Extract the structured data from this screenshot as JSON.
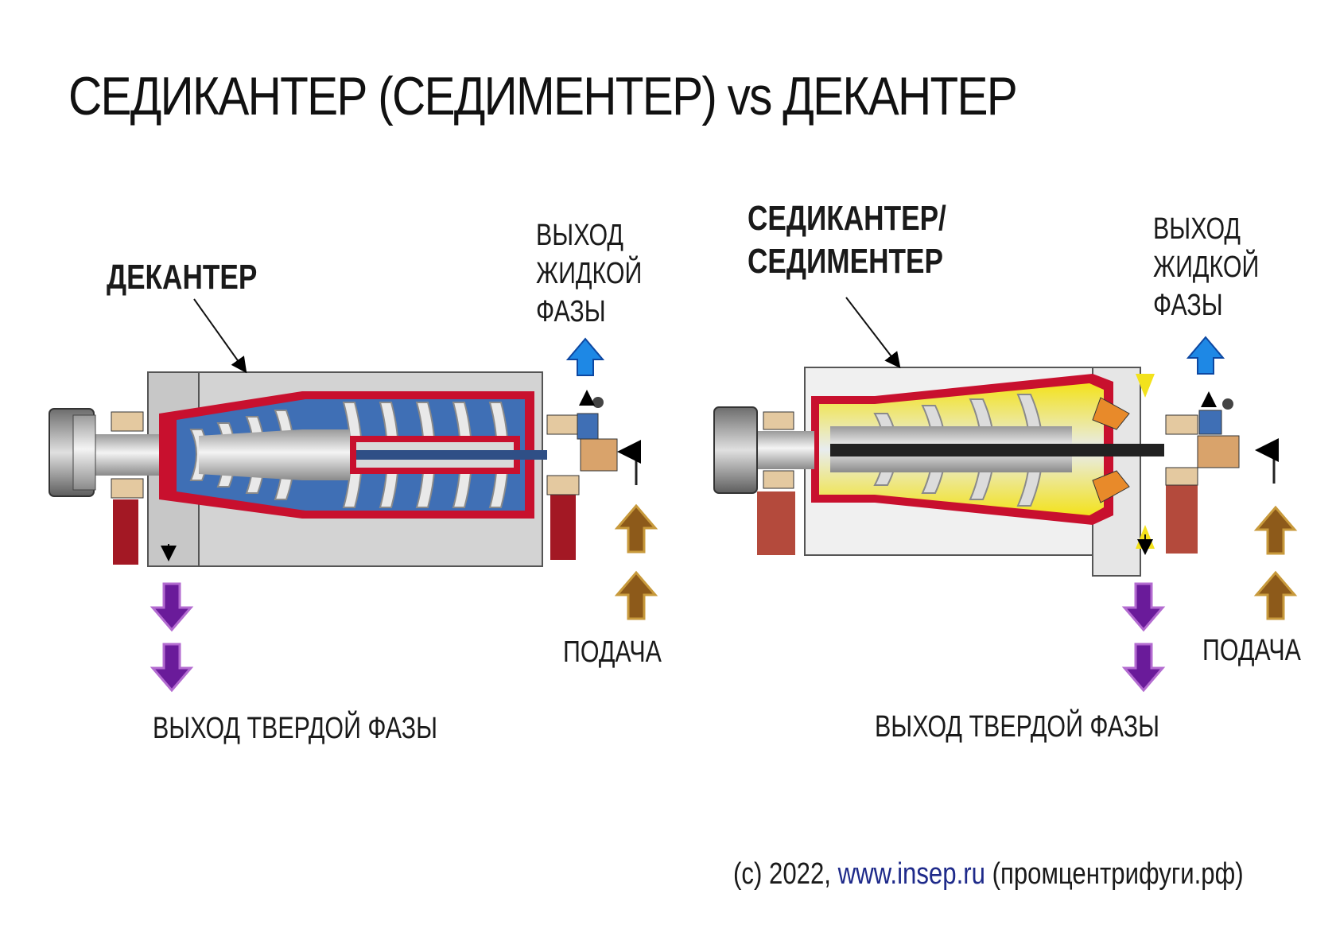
{
  "title": "СЕДИКАНТЕР (СЕДИМЕНТЕР) vs ДЕКАНТЕР",
  "left": {
    "name": "ДЕКАНТЕР",
    "liquid_out": [
      "ВЫХОД",
      "ЖИДКОЙ",
      "ФАЗЫ"
    ],
    "feed": "ПОДАЧА",
    "solid_out": "ВЫХОД ТВЕРДОЙ ФАЗЫ"
  },
  "right": {
    "name": [
      "СЕДИКАНТЕР/",
      "СЕДИМЕНТЕР"
    ],
    "liquid_out": [
      "ВЫХОД",
      "ЖИДКОЙ",
      "ФАЗЫ"
    ],
    "feed": "ПОДАЧА",
    "solid_out": "ВЫХОД ТВЕРДОЙ ФАЗЫ"
  },
  "footer": {
    "prefix": "(c) 2022, ",
    "link": "www.insep.ru",
    "suffix": " (промцентрифуги.рф)"
  },
  "colors": {
    "liquid_arrow": "#1e88e5",
    "feed_arrow": "#8d5a1a",
    "solid_arrow": "#6a1b9a",
    "frame_red": "#c8102e",
    "liquid_blue": "#3f6fb5",
    "solids_yellow": "#f3e21c"
  }
}
